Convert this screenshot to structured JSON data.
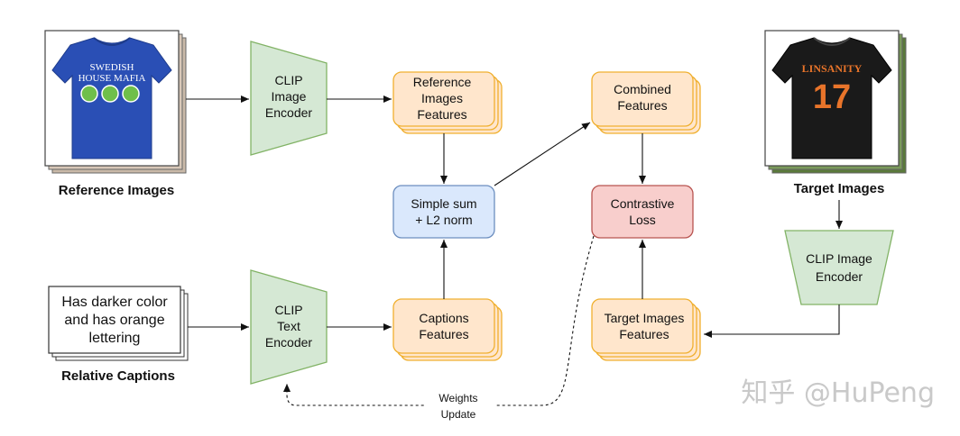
{
  "inputs": {
    "reference_images_label": "Reference Images",
    "target_images_label": "Target Images",
    "relative_captions_label": "Relative Captions",
    "caption_lines": [
      "Has darker color",
      "and has orange",
      "lettering"
    ],
    "ref_shirt_text": [
      "SWEDISH",
      "HOUSE MAFIA"
    ],
    "target_shirt_text": [
      "LINSANITY",
      "17"
    ]
  },
  "encoders": {
    "clip_image_left": [
      "CLIP",
      "Image",
      "Encoder"
    ],
    "clip_text": [
      "CLIP",
      "Text",
      "Encoder"
    ],
    "clip_image_right": [
      "CLIP Image",
      "Encoder"
    ]
  },
  "features": {
    "reference": [
      "Reference",
      "Images",
      "Features"
    ],
    "captions": [
      "Captions",
      "Features"
    ],
    "combined": [
      "Combined",
      "Features"
    ],
    "target": [
      "Target Images",
      "Features"
    ]
  },
  "ops": {
    "sum": [
      "Simple sum",
      "+ L2 norm"
    ],
    "loss": [
      "Contrastive",
      "Loss"
    ]
  },
  "update_label": [
    "Weights",
    "Update"
  ],
  "watermark": "知乎 @HuPeng",
  "colors": {
    "encoder_fill": "#d5e8d4",
    "encoder_stroke": "#82b366",
    "feature_fill": "#ffe6cc",
    "feature_stroke": "#f0b030",
    "sum_fill": "#dae8fc",
    "sum_stroke": "#6c8ebf",
    "loss_fill": "#f8cecc",
    "loss_stroke": "#b85450",
    "blue_shirt": "#2a4fb5",
    "black_shirt": "#1a1a1a",
    "orange_text": "#e8742a"
  }
}
